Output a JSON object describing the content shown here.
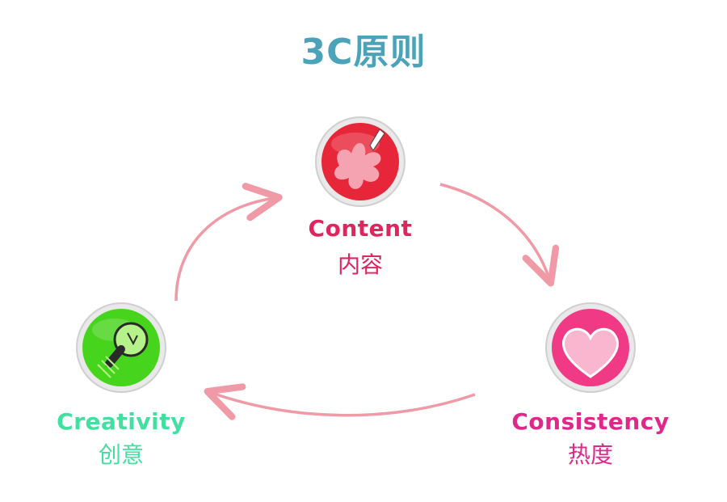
{
  "title": "3C原则",
  "colors": {
    "title": "#4aa3b8",
    "arrow": "#ef9aa6",
    "content": "#e0245e",
    "consistency": "#e0288a",
    "creativity": "#3fe0a0",
    "content_icon": "#e8263a",
    "consistency_icon": "#f03a86",
    "creativity_icon": "#46d41c"
  },
  "nodes": {
    "content": {
      "label": "Content",
      "sub": "内容",
      "icon": "paint-splash-icon"
    },
    "consistency": {
      "label": "Consistency",
      "sub": "热度",
      "icon": "heart-icon"
    },
    "creativity": {
      "label": "Creativity",
      "sub": "创意",
      "icon": "lightbulb-icon"
    }
  }
}
